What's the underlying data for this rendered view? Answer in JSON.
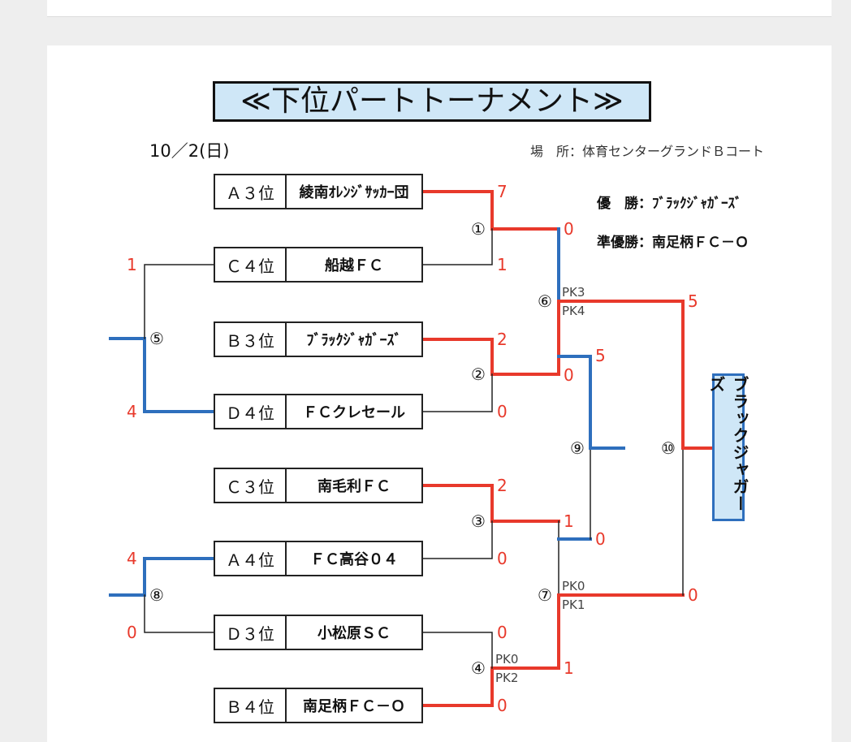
{
  "title": "≪下位パートトーナメント≫",
  "date": "10／2(日)",
  "venue": "場　所：体育センターグランドＢコート",
  "results": {
    "winner": "優　勝：ﾌﾞﾗｯｸｼﾞｬｶﾞｰｽﾞ",
    "runner_up": "準優勝：南足柄ＦＣ－Ｏ"
  },
  "teams": [
    {
      "rank": "Ａ３位",
      "name": "綾南ｵﾚﾝｼﾞｻｯｶｰ団"
    },
    {
      "rank": "Ｃ４位",
      "name": "船越ＦＣ"
    },
    {
      "rank": "Ｂ３位",
      "name": "ﾌﾞﾗｯｸｼﾞｬｶﾞｰｽﾞ"
    },
    {
      "rank": "Ｄ４位",
      "name": "ＦＣクレセール"
    },
    {
      "rank": "Ｃ３位",
      "name": "南毛利ＦＣ"
    },
    {
      "rank": "Ａ４位",
      "name": "ＦＣ高谷０４"
    },
    {
      "rank": "Ｄ３位",
      "name": "小松原ＳＣ"
    },
    {
      "rank": "Ｂ４位",
      "name": "南足柄ＦＣ－Ｏ"
    }
  ],
  "match_numbers": [
    "①",
    "②",
    "③",
    "④",
    "⑤",
    "⑥",
    "⑦",
    "⑧",
    "⑨",
    "⑩"
  ],
  "scores": {
    "m1": [
      "7",
      "1"
    ],
    "m2": [
      "2",
      "0"
    ],
    "m3": [
      "2",
      "0"
    ],
    "m4": [
      "0",
      "0"
    ],
    "m5": [
      "1",
      "4"
    ],
    "m6": [
      "0",
      "0"
    ],
    "m7": [
      "1",
      "1"
    ],
    "m8": [
      "4",
      "0"
    ],
    "m9": [
      "5",
      "0"
    ],
    "m10": [
      "5",
      "0"
    ]
  },
  "pk": {
    "m4": [
      "PK0",
      "PK2"
    ],
    "m6": [
      "PK3",
      "PK4"
    ],
    "m7": [
      "PK0",
      "PK1"
    ]
  },
  "champion": "ブラックジャガーズ",
  "colors": {
    "winner_line": "#e8392b",
    "winner_line_alt": "#2e6fbd",
    "line": "#222222",
    "title_bg": "#cfe7f7"
  }
}
